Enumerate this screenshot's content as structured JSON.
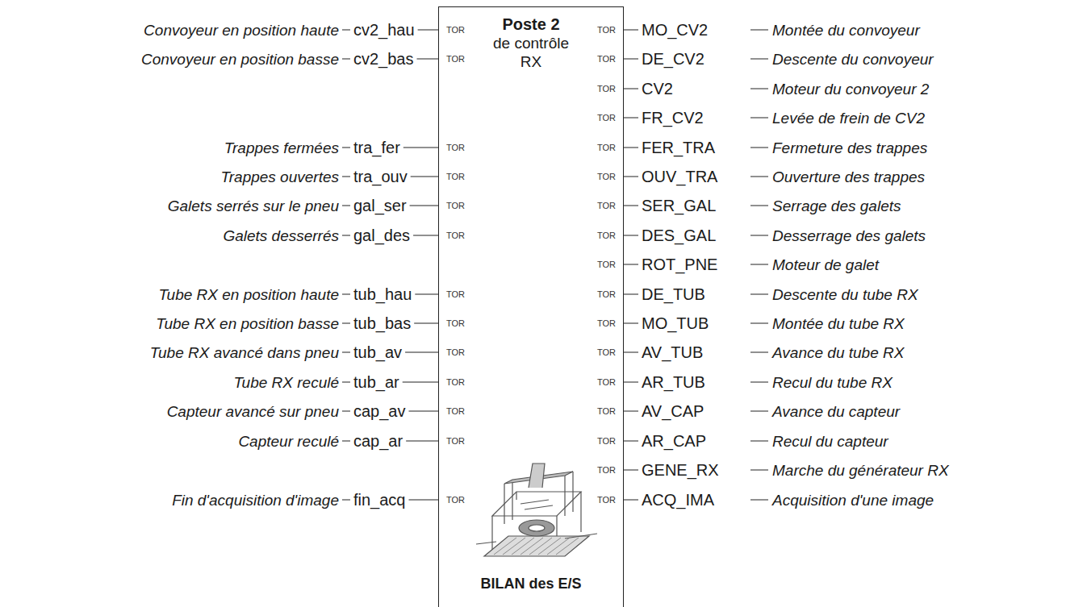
{
  "diagram": {
    "nodes": [
      {
        "text": [
          "Poste 2",
          "de contrôle RX",
          "BILAN des E/S"
        ]
      }
    ],
    "labels": [
      "Convoyeur en position haute",
      "cv2_hau",
      "TOR",
      "TOR",
      "MO_CV2",
      "Montée du convoyeur",
      "Convoyeur en position basse",
      "cv2_bas",
      "TOR",
      "TOR",
      "DE_CV2",
      "Descente du convoyeur",
      "TOR",
      "CV2",
      "Moteur du convoyeur 2",
      "TOR",
      "FR_CV2",
      "Levée de frein de CV2",
      "Trappes fermées",
      "tra_fer",
      "TOR",
      "TOR",
      "FER_TRA",
      "Fermeture des trappes",
      "Trappes ouvertes",
      "tra_ouv",
      "TOR",
      "TOR",
      "OUV_TRA",
      "Ouverture des trappes",
      "Galets serrés sur le pneu",
      "gal_ser",
      "TOR",
      "TOR",
      "SER_GAL",
      "Serrage des galets",
      "Galets desserrés",
      "gal_des",
      "TOR",
      "TOR",
      "DES_GAL",
      "Desserrage des galets",
      "TOR",
      "ROT_PNE",
      "Moteur de galet",
      "Tube RX en position haute",
      "tub_hau",
      "TOR",
      "TOR",
      "DE_TUB",
      "Descente du tube RX",
      "Tube RX en position basse",
      "tub_bas",
      "TOR",
      "TOR",
      "MO_TUB",
      "Montée du tube RX",
      "Tube RX avancé dans pneu",
      "tub_av",
      "TOR",
      "TOR",
      "AV_TUB",
      "Avance du tube RX",
      "Tube RX reculé",
      "tub_ar",
      "TOR",
      "TOR",
      "AR_TUB",
      "Recul du tube RX",
      "Capteur avancé sur pneu",
      "cap_av",
      "TOR",
      "TOR",
      "AV_CAP",
      "Avance du capteur",
      "Capteur reculé",
      "cap_ar",
      "TOR",
      "TOR",
      "AR_CAP",
      "Recul du capteur",
      "TOR",
      "GENE_RX",
      "Marche du générateur RX",
      "Fin d'acquisition d'image",
      "fin_acq",
      "TOR",
      "TOR",
      "ACQ_IMA",
      "Acquisition d'une image"
    ]
  }
}
